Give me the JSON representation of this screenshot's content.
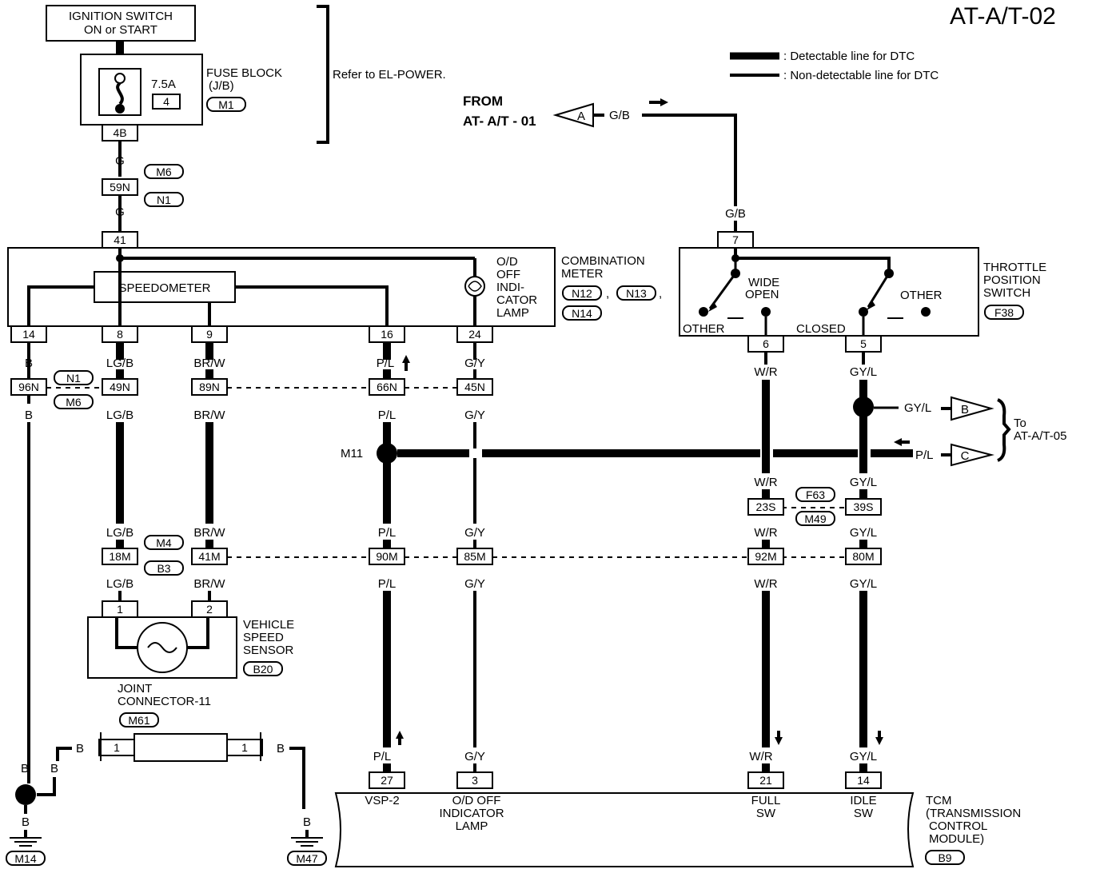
{
  "diagram_id": "AT-A/T-02",
  "ignition": {
    "line1": "IGNITION SWITCH",
    "line2": "ON or START"
  },
  "fuse_block": {
    "line1": "FUSE BLOCK",
    "line2": "(J/B)",
    "rating": "7.5A",
    "fuse_no": "4",
    "connector": "M1",
    "terminal": "4B"
  },
  "refer": "Refer to EL-POWER.",
  "legend": {
    "detectable": ": Detectable line for DTC",
    "non_detectable": ": Non-detectable line for DTC"
  },
  "from_ref": {
    "line1": "FROM",
    "line2": "AT- A/T - 01",
    "connector": "A",
    "wire": "G/B"
  },
  "to_ref": {
    "line1": "To",
    "line2": "AT-A/T-05",
    "b": "B",
    "c": "C",
    "b_wire": "GY/L",
    "c_wire": "P/L"
  },
  "combination_meter": {
    "line1": "COMBINATION",
    "line2": "METER",
    "conn1": "N12",
    "sep": ",",
    "conn2": "N13",
    "sep2": ",",
    "conn3": "N14",
    "speedometer": "SPEEDOMETER",
    "lamp_line1": "O/D",
    "lamp_line2": "OFF",
    "lamp_line3": "INDI-",
    "lamp_line4": "CATOR",
    "lamp_line5": "LAMP",
    "pin_in": "41"
  },
  "tps": {
    "line1": "THROTTLE",
    "line2": "POSITION",
    "line3": "SWITCH",
    "connector": "F38",
    "wide1": "WIDE",
    "wide2": "OPEN",
    "other_l": "OTHER",
    "other_r": "OTHER",
    "closed": "CLOSED",
    "pin_in": "7",
    "pin6": "6",
    "pin5": "5"
  },
  "vss": {
    "line1": "VEHICLE",
    "line2": "SPEED",
    "line3": "SENSOR",
    "connector": "B20",
    "pin1": "1",
    "pin2": "2"
  },
  "joint": {
    "line1": "JOINT",
    "line2": "CONNECTOR-11",
    "connector": "M61",
    "pin": "1"
  },
  "tcm": {
    "line1": "TCM",
    "line2": "(TRANSMISSION",
    "line3": "CONTROL",
    "line4": "MODULE)",
    "connector": "B9",
    "vsp": "VSP-2",
    "od1": "O/D OFF",
    "od2": "INDICATOR",
    "od3": "LAMP",
    "full1": "FULL",
    "full2": "SW",
    "idle1": "IDLE",
    "idle2": "SW",
    "p27": "27",
    "p3": "3",
    "p21": "21",
    "p14": "14"
  },
  "meter_pins": {
    "p14": "14",
    "p8": "8",
    "p9": "9",
    "p16": "16",
    "p24": "24"
  },
  "mid_connectors": {
    "n96": "96N",
    "n49": "49N",
    "n89": "89N",
    "n66": "66N",
    "n45": "45N",
    "n59": "59N",
    "s23": "23S",
    "s39": "39S",
    "m18": "18M",
    "m41": "41M",
    "m90": "90M",
    "m85": "85M",
    "m92": "92M",
    "m80": "80M"
  },
  "conn_labels": {
    "n1": "N1",
    "m6": "M6",
    "m4": "M4",
    "b3": "B3",
    "f63": "F63",
    "m49": "M49",
    "m11": "M11",
    "m14": "M14",
    "m47": "M47"
  },
  "wires": {
    "g": "G",
    "b": "B",
    "lgb": "LG/B",
    "brw": "BR/W",
    "pl": "P/L",
    "gy": "G/Y",
    "wr": "W/R",
    "gyl": "GY/L",
    "gb": "G/B"
  }
}
